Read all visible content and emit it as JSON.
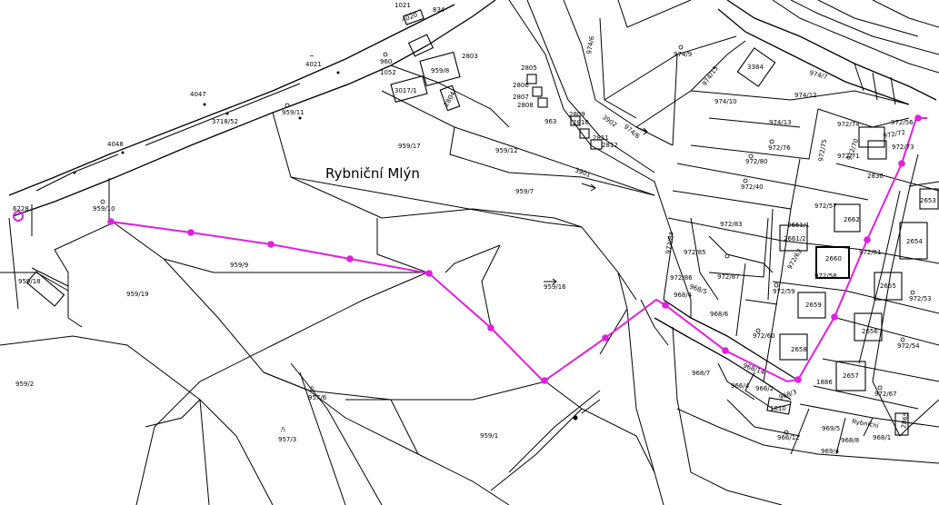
{
  "map": {
    "locality_name": "Rybniční Mlýn",
    "route_color": "#e020e0",
    "line_color": "#000000",
    "street_label": "Rybniční",
    "parcels": [
      {
        "id": "p-1021",
        "label": "1021"
      },
      {
        "id": "p-834",
        "label": "834"
      },
      {
        "id": "p-4020",
        "label": "4020"
      },
      {
        "id": "p-4021",
        "label": "4021"
      },
      {
        "id": "p-2803",
        "label": "2803"
      },
      {
        "id": "p-2805",
        "label": "2805"
      },
      {
        "id": "p-2806",
        "label": "2806"
      },
      {
        "id": "p-2807",
        "label": "2807"
      },
      {
        "id": "p-2808",
        "label": "2808"
      },
      {
        "id": "p-2809",
        "label": "2809"
      },
      {
        "id": "p-2810",
        "label": "2810"
      },
      {
        "id": "p-2811",
        "label": "2811"
      },
      {
        "id": "p-2812",
        "label": "2812"
      },
      {
        "id": "p-963",
        "label": "963"
      },
      {
        "id": "p-3902",
        "label": "3902"
      },
      {
        "id": "p-3901",
        "label": "3901"
      },
      {
        "id": "p-974-6",
        "label": "974/6"
      },
      {
        "id": "p-974-6b",
        "label": "974/6"
      },
      {
        "id": "p-974-9",
        "label": "974/9"
      },
      {
        "id": "p-974-15",
        "label": "974/15"
      },
      {
        "id": "p-974-10",
        "label": "974/10"
      },
      {
        "id": "p-974-7",
        "label": "974/7"
      },
      {
        "id": "p-974-12",
        "label": "974/12"
      },
      {
        "id": "p-974-13",
        "label": "974/13"
      },
      {
        "id": "p-3384",
        "label": "3384"
      },
      {
        "id": "p-960",
        "label": "960"
      },
      {
        "id": "p-1052",
        "label": "1052"
      },
      {
        "id": "p-3017-1",
        "label": "3017/1"
      },
      {
        "id": "p-959-8",
        "label": "959/8"
      },
      {
        "id": "p-2804",
        "label": "2804"
      },
      {
        "id": "p-4047",
        "label": "4047"
      },
      {
        "id": "p-3718-52",
        "label": "3718/52"
      },
      {
        "id": "p-959-11",
        "label": "959/11"
      },
      {
        "id": "p-4048",
        "label": "4048"
      },
      {
        "id": "p-959-17",
        "label": "959/17"
      },
      {
        "id": "p-959-12",
        "label": "959/12"
      },
      {
        "id": "p-959-7",
        "label": "959/7"
      },
      {
        "id": "p-959-10",
        "label": "959/10"
      },
      {
        "id": "p-6228",
        "label": "6228"
      },
      {
        "id": "p-959-9",
        "label": "959/9"
      },
      {
        "id": "p-959-18",
        "label": "959/18"
      },
      {
        "id": "p-959-19",
        "label": "959/19"
      },
      {
        "id": "p-959-16",
        "label": "959/16"
      },
      {
        "id": "p-959-2",
        "label": "959/2"
      },
      {
        "id": "p-957-6",
        "label": "957/6"
      },
      {
        "id": "p-957-3",
        "label": "957/3"
      },
      {
        "id": "p-959-1",
        "label": "959/1"
      },
      {
        "id": "p-972-74",
        "label": "972/74"
      },
      {
        "id": "p-972-56",
        "label": "972/56"
      },
      {
        "id": "p-972-72",
        "label": "972/72"
      },
      {
        "id": "p-972-73",
        "label": "972/73"
      },
      {
        "id": "p-972-76",
        "label": "972/76"
      },
      {
        "id": "p-972-75",
        "label": "972/75"
      },
      {
        "id": "p-972-71",
        "label": "972/71"
      },
      {
        "id": "p-972-80",
        "label": "972/80"
      },
      {
        "id": "p-972-70",
        "label": "972/70"
      },
      {
        "id": "p-2830",
        "label": "2830"
      },
      {
        "id": "p-972-40",
        "label": "972/40"
      },
      {
        "id": "p-2653",
        "label": "2653"
      },
      {
        "id": "p-972-57",
        "label": "972/57"
      },
      {
        "id": "p-2662",
        "label": "2662"
      },
      {
        "id": "p-972-83",
        "label": "972/83"
      },
      {
        "id": "p-2661-1",
        "label": "2661/1"
      },
      {
        "id": "p-2661-2",
        "label": "2661/2"
      },
      {
        "id": "p-2654",
        "label": "2654"
      },
      {
        "id": "p-972-84",
        "label": "972/84"
      },
      {
        "id": "p-972-85",
        "label": "972/85"
      },
      {
        "id": "p-2660",
        "label": "2660"
      },
      {
        "id": "p-972-61",
        "label": "972/61"
      },
      {
        "id": "p-972-58",
        "label": "972/58"
      },
      {
        "id": "p-972-86",
        "label": "972/86"
      },
      {
        "id": "p-972-87",
        "label": "972/87"
      },
      {
        "id": "p-972-62",
        "label": "972/62"
      },
      {
        "id": "p-968-4",
        "label": "968/4"
      },
      {
        "id": "p-968-5",
        "label": "968/5"
      },
      {
        "id": "p-2655",
        "label": "2655"
      },
      {
        "id": "p-972-53",
        "label": "972/53"
      },
      {
        "id": "p-972-59",
        "label": "972/59"
      },
      {
        "id": "p-968-6",
        "label": "968/6"
      },
      {
        "id": "p-2659",
        "label": "2659"
      },
      {
        "id": "p-972-60",
        "label": "972/60"
      },
      {
        "id": "p-2656",
        "label": "2656"
      },
      {
        "id": "p-972-54",
        "label": "972/54"
      },
      {
        "id": "p-2658",
        "label": "2658"
      },
      {
        "id": "p-968-7",
        "label": "968/7"
      },
      {
        "id": "p-968-14",
        "label": "968/14"
      },
      {
        "id": "p-968-3",
        "label": "968/3"
      },
      {
        "id": "p-2657",
        "label": "2657"
      },
      {
        "id": "p-1886",
        "label": "1886"
      },
      {
        "id": "p-972-67",
        "label": "972/67"
      },
      {
        "id": "p-966-4",
        "label": "966/4"
      },
      {
        "id": "p-966-2",
        "label": "966/2"
      },
      {
        "id": "p-1810",
        "label": "1810"
      },
      {
        "id": "p-2865",
        "label": "2865"
      },
      {
        "id": "p-969-5",
        "label": "969/5"
      },
      {
        "id": "p-966-12",
        "label": "966/12"
      },
      {
        "id": "p-968-8",
        "label": "968/8"
      },
      {
        "id": "p-968-1",
        "label": "968/1"
      },
      {
        "id": "p-969-4",
        "label": "969/4"
      }
    ]
  }
}
